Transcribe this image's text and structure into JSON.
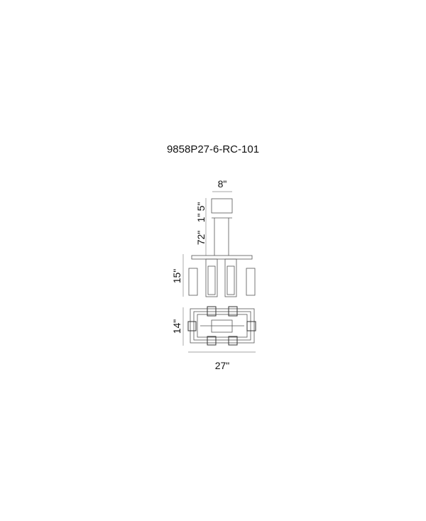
{
  "title": "9858P27-6-RC-101",
  "dimensions": {
    "canopy_width": "8\"",
    "canopy_height": "5\"",
    "plate_gap": "1\"",
    "rod_length": "72\"",
    "fixture_height": "15\"",
    "fixture_depth": "14\"",
    "fixture_length": "27\""
  }
}
